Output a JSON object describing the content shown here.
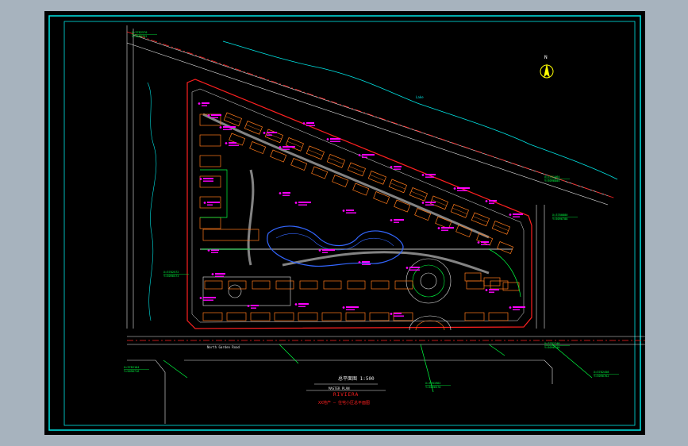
{
  "drawing": {
    "north_label": "N",
    "river_label": "Lake",
    "road_label": "North Garden Road",
    "title_main": "总平面图 1:500",
    "title_sub": "MASTER PLAN",
    "project_name": "RIVIERA",
    "project_caption": "XX地产 — 住宅小区总平面图",
    "coordinate_tags": [
      "X=3782570",
      "Y=5096752",
      "X=3781464",
      "Y=5096804",
      "X=3780880",
      "Y=5096788",
      "X=3782458",
      "Y=5096762",
      "X=3782104",
      "Y=5096716",
      "X=3781962",
      "Y=5096570",
      "X=3781740",
      "Y=5096740",
      "X=3782572",
      "Y=5096573"
    ]
  },
  "colors": {
    "background": "#000000",
    "frame": "#00e5e5",
    "boundary": "#ff2020",
    "buildings": "#ff7a1a",
    "labels": "#ff00ff",
    "green": "#00ff40",
    "roads": "#e6e6e6",
    "water": "#3366ff"
  }
}
